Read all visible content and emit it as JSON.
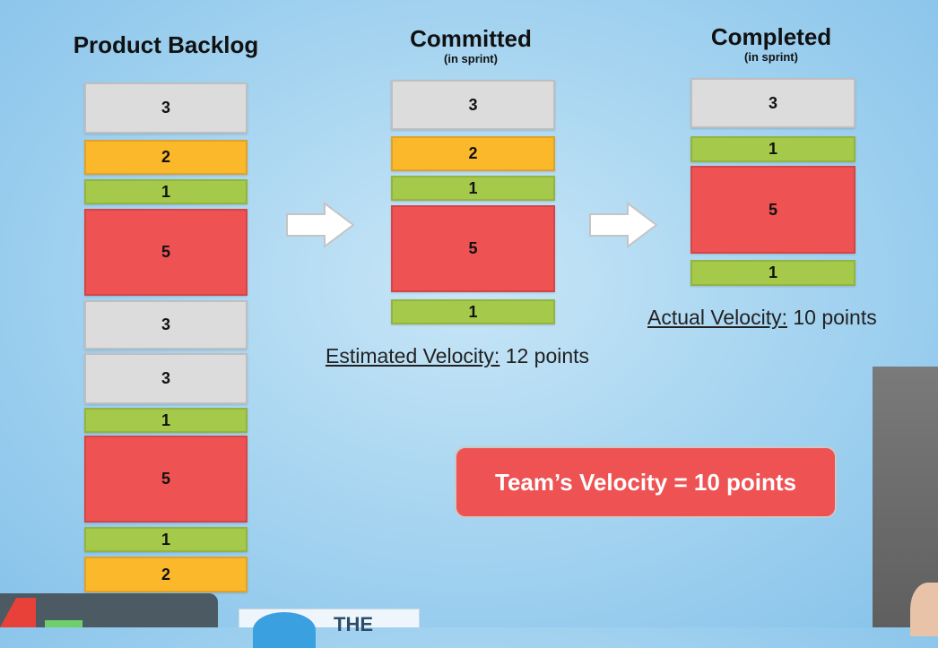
{
  "backlog": {
    "title": "Product Backlog",
    "items": [
      {
        "points": "3",
        "color": "grey"
      },
      {
        "points": "2",
        "color": "orange"
      },
      {
        "points": "1",
        "color": "green"
      },
      {
        "points": "5",
        "color": "red"
      },
      {
        "points": "3",
        "color": "grey"
      },
      {
        "points": "3",
        "color": "grey"
      },
      {
        "points": "1",
        "color": "green"
      },
      {
        "points": "5",
        "color": "red"
      },
      {
        "points": "1",
        "color": "green"
      },
      {
        "points": "2",
        "color": "orange"
      }
    ]
  },
  "committed": {
    "title": "Committed",
    "subtitle": "(in sprint)",
    "items": [
      {
        "points": "3",
        "color": "grey"
      },
      {
        "points": "2",
        "color": "orange"
      },
      {
        "points": "1",
        "color": "green"
      },
      {
        "points": "5",
        "color": "red"
      },
      {
        "points": "1",
        "color": "green"
      }
    ],
    "velocity_label": "Estimated Velocity:",
    "velocity_value": "12 points"
  },
  "completed": {
    "title": "Completed",
    "subtitle": "(in sprint)",
    "items": [
      {
        "points": "3",
        "color": "grey"
      },
      {
        "points": "1",
        "color": "green"
      },
      {
        "points": "5",
        "color": "red"
      },
      {
        "points": "1",
        "color": "green"
      }
    ],
    "velocity_label": "Actual Velocity:",
    "velocity_value": "10 points"
  },
  "team_velocity": "Team’s Velocity = 10 points",
  "logo_text": "THE",
  "colors": {
    "grey": "#dcdcdc",
    "orange": "#fbb82b",
    "green": "#a5c94a",
    "red": "#ee5253"
  }
}
